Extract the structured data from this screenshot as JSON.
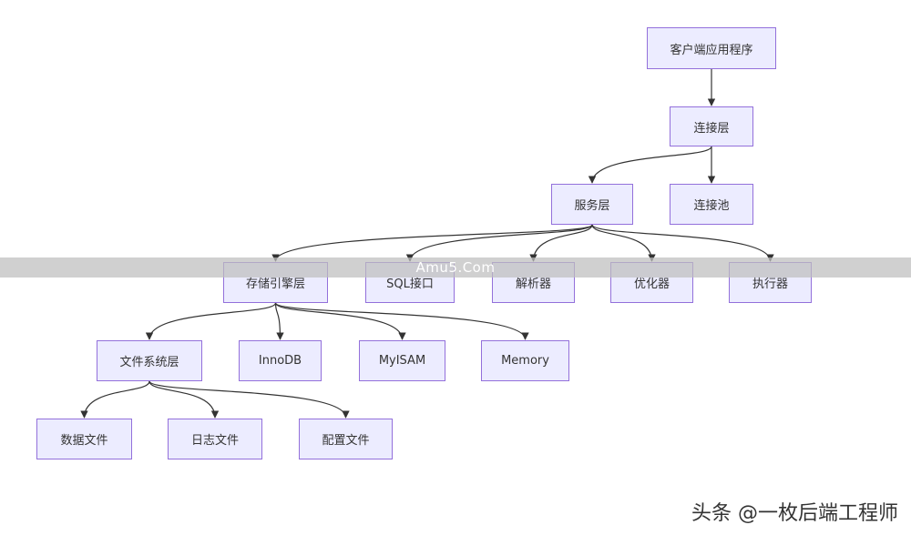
{
  "colors": {
    "node_fill": "#ECECFF",
    "node_border": "#9370DB",
    "edge": "#333333",
    "watermark_band": "#BEBEBE",
    "watermark_text": "#FFFFFF"
  },
  "nodes": {
    "client": "客户端应用程序",
    "conn_layer": "连接层",
    "service_layer": "服务层",
    "conn_pool": "连接池",
    "storage_engine": "存储引擎层",
    "sql_interface": "SQL接口",
    "parser": "解析器",
    "optimizer": "优化器",
    "executor": "执行器",
    "fs_layer": "文件系统层",
    "innodb": "InnoDB",
    "myisam": "MyISAM",
    "memory": "Memory",
    "data_files": "数据文件",
    "log_files": "日志文件",
    "config_files": "配置文件"
  },
  "edges": [
    {
      "from": "client",
      "to": "conn_layer"
    },
    {
      "from": "conn_layer",
      "to": "service_layer"
    },
    {
      "from": "conn_layer",
      "to": "conn_pool"
    },
    {
      "from": "service_layer",
      "to": "storage_engine"
    },
    {
      "from": "service_layer",
      "to": "sql_interface"
    },
    {
      "from": "service_layer",
      "to": "parser"
    },
    {
      "from": "service_layer",
      "to": "optimizer"
    },
    {
      "from": "service_layer",
      "to": "executor"
    },
    {
      "from": "storage_engine",
      "to": "fs_layer"
    },
    {
      "from": "storage_engine",
      "to": "innodb"
    },
    {
      "from": "storage_engine",
      "to": "myisam"
    },
    {
      "from": "storage_engine",
      "to": "memory"
    },
    {
      "from": "fs_layer",
      "to": "data_files"
    },
    {
      "from": "fs_layer",
      "to": "log_files"
    },
    {
      "from": "fs_layer",
      "to": "config_files"
    }
  ],
  "watermark": {
    "band_text": "Amu5.Com",
    "credit": "头条 @一枚后端工程师"
  }
}
